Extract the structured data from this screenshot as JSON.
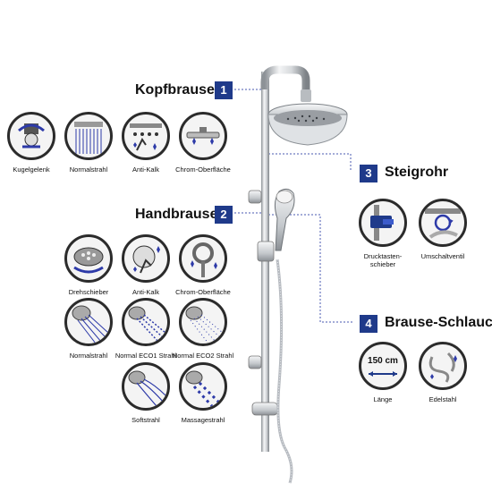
{
  "sections": [
    {
      "number": "1",
      "title": "Kopfbrause"
    },
    {
      "number": "2",
      "title": "Handbrause"
    },
    {
      "number": "3",
      "title": "Steigrohr"
    },
    {
      "number": "4",
      "title": "Brause-Schlauch"
    }
  ],
  "kopfbrause_features": [
    {
      "label": "Kugelgelenk",
      "icon": "ball-joint-icon"
    },
    {
      "label": "Normalstrahl",
      "icon": "normal-spray-icon"
    },
    {
      "label": "Anti-Kalk",
      "icon": "anti-limescale-icon"
    },
    {
      "label": "Chrom-Oberfläche",
      "icon": "chrome-surface-icon"
    }
  ],
  "handbrause_features": [
    {
      "label": "Drehschieber",
      "icon": "rotary-slider-icon"
    },
    {
      "label": "Anti-Kalk",
      "icon": "anti-limescale-icon"
    },
    {
      "label": "Chrom-Oberfläche",
      "icon": "chrome-surface-icon"
    },
    {
      "label": "Normalstrahl",
      "icon": "normal-spray-icon"
    },
    {
      "label": "Normal ECO1 Strahl",
      "icon": "eco1-spray-icon"
    },
    {
      "label": "Normal ECO2 Strahl",
      "icon": "eco2-spray-icon"
    },
    {
      "label": "Softstrahl",
      "icon": "soft-spray-icon"
    },
    {
      "label": "Massagestrahl",
      "icon": "massage-spray-icon"
    }
  ],
  "steigrohr_features": [
    {
      "label": "Drucktasten-\nschieber",
      "icon": "push-button-slider-icon"
    },
    {
      "label": "Umschaltventil",
      "icon": "diverter-valve-icon"
    }
  ],
  "schlauch_features": [
    {
      "label": "Länge",
      "value": "150 cm",
      "icon": "length-icon"
    },
    {
      "label": "Edelstahl",
      "icon": "stainless-hose-icon"
    }
  ],
  "colors": {
    "badge": "#1f3a8a",
    "accent": "#2d3aa8",
    "chrome": "#c9ccd0"
  }
}
